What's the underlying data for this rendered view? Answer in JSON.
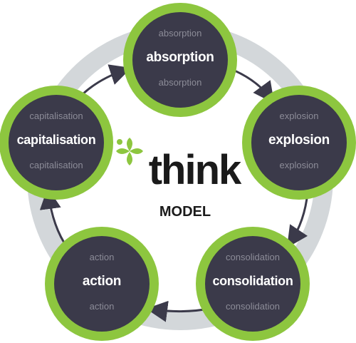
{
  "center": {
    "word": "think",
    "subtitle": "MODEL"
  },
  "nodes": [
    {
      "id": "absorption",
      "top": "absorption",
      "main": "absorption",
      "bottom": "absorption"
    },
    {
      "id": "explosion",
      "top": "explosion",
      "main": "explosion",
      "bottom": "explosion"
    },
    {
      "id": "consolidation",
      "top": "consolidation",
      "main": "consolidation",
      "bottom": "consolidation"
    },
    {
      "id": "action",
      "top": "action",
      "main": "action",
      "bottom": "action"
    },
    {
      "id": "capitalisation",
      "top": "capitalisation",
      "main": "capitalisation",
      "bottom": "capitalisation"
    }
  ],
  "colors": {
    "ring": "#d3d7da",
    "node_outer": "#8dc63f",
    "node_inner": "#3b3a4a",
    "arrow": "#3b3a4a",
    "logo_leaf": "#8dc63f",
    "text_dark": "#1a1a1a"
  },
  "icons": {
    "logo": "leaf-cluster-icon"
  }
}
